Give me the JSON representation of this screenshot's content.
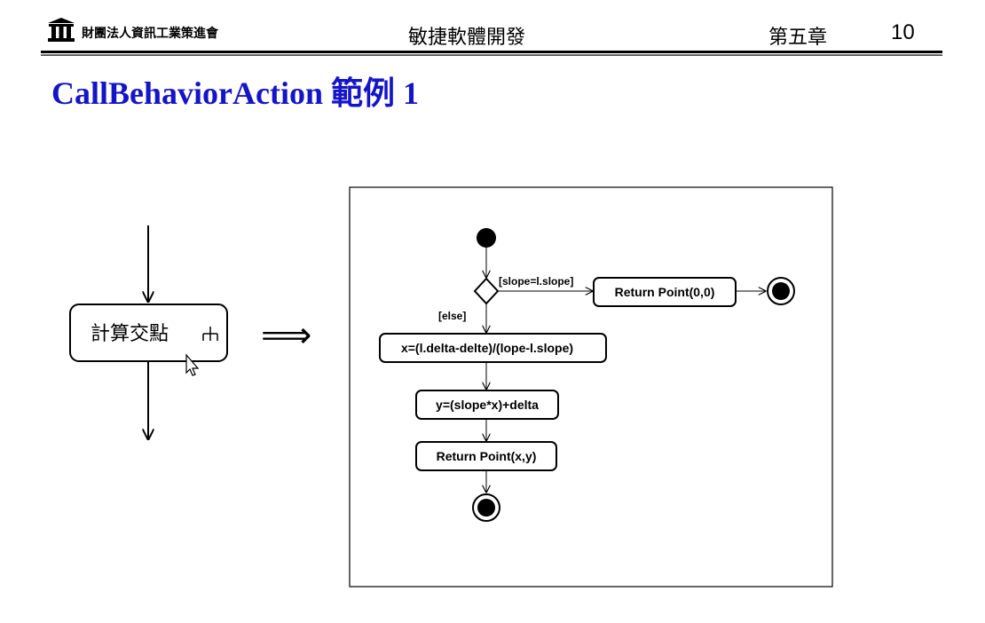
{
  "header": {
    "org_name": "財團法人資訊工業策進會",
    "course_title": "敏捷軟體開發",
    "chapter": "第五章",
    "page_number": "10"
  },
  "slide": {
    "title": "CallBehaviorAction 範例 1"
  },
  "left_diagram": {
    "call_action_label": "計算交點",
    "call_action_icon": "rake-icon",
    "implies_symbol": "⟹"
  },
  "activity_diagram": {
    "guard_slope_equal": "[slope=l.slope]",
    "guard_else": "[else]",
    "action_return_origin": "Return Point(0,0)",
    "action_compute_x": "x=(l.delta-delte)/(lope-l.slope)",
    "action_compute_y": "y=(slope*x)+delta",
    "action_return_point": "Return Point(x,y)"
  },
  "colors": {
    "title": "#1515c8",
    "line": "#000000"
  }
}
